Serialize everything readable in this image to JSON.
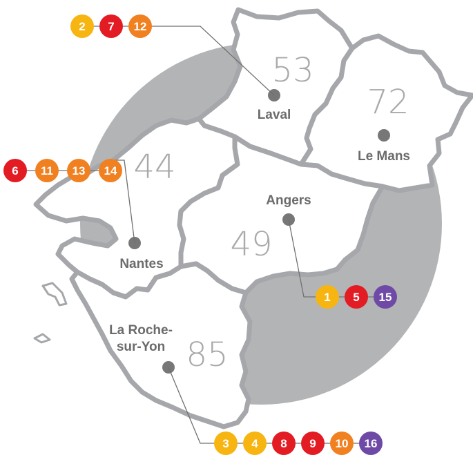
{
  "colors": {
    "yellow": "#f7b512",
    "red": "#e31b23",
    "orange": "#f08020",
    "purple": "#6e4aa6",
    "background_disc": "#b3b4b6",
    "border": "#a5a7aa",
    "label": "#6b6b6b",
    "number": "#a9a9a9",
    "dot": "#777777"
  },
  "departments": [
    {
      "id": "53",
      "number": "53",
      "city": "Laval"
    },
    {
      "id": "72",
      "number": "72",
      "city": "Le Mans"
    },
    {
      "id": "44",
      "number": "44",
      "city": "Nantes"
    },
    {
      "id": "49",
      "number": "49",
      "city": "Angers"
    },
    {
      "id": "85",
      "number": "85",
      "city_line1": "La Roche-",
      "city_line2": "sur-Yon"
    }
  ],
  "badge_groups": {
    "laval": [
      {
        "label": "2",
        "color": "yellow"
      },
      {
        "label": "7",
        "color": "red"
      },
      {
        "label": "12",
        "color": "orange"
      }
    ],
    "nantes": [
      {
        "label": "6",
        "color": "red"
      },
      {
        "label": "11",
        "color": "orange"
      },
      {
        "label": "13",
        "color": "orange"
      },
      {
        "label": "14",
        "color": "orange"
      }
    ],
    "angers": [
      {
        "label": "1",
        "color": "yellow"
      },
      {
        "label": "5",
        "color": "red"
      },
      {
        "label": "15",
        "color": "purple"
      }
    ],
    "la_roche": [
      {
        "label": "3",
        "color": "yellow"
      },
      {
        "label": "4",
        "color": "yellow"
      },
      {
        "label": "8",
        "color": "red"
      },
      {
        "label": "9",
        "color": "red"
      },
      {
        "label": "10",
        "color": "orange"
      },
      {
        "label": "16",
        "color": "purple"
      }
    ]
  }
}
